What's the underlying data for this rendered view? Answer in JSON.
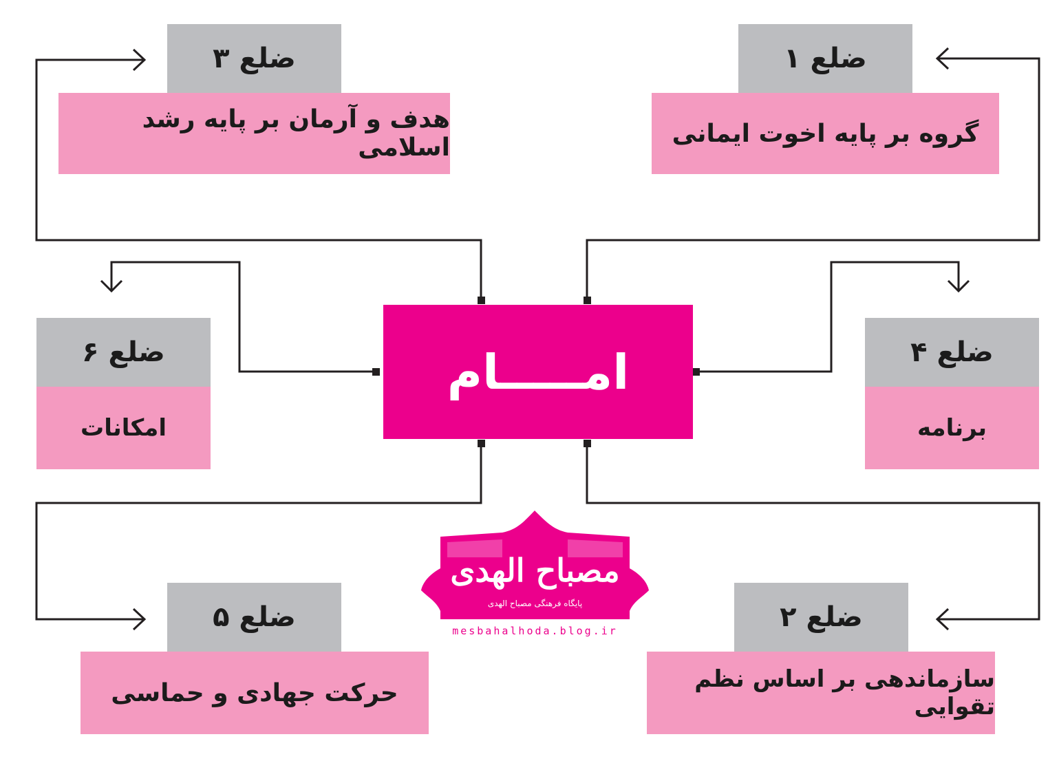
{
  "center": {
    "label": "امـــــام"
  },
  "nodes": [
    {
      "id": "side1",
      "heading": "ضلع ۱",
      "text": "گروه بر پایه اخوت ایمانی"
    },
    {
      "id": "side2",
      "heading": "ضلع ۲",
      "text": "سازماندهی بر اساس نظم تقوایی"
    },
    {
      "id": "side3",
      "heading": "ضلع ۳",
      "text": "هدف و آرمان بر پایه رشد اسلامی"
    },
    {
      "id": "side4",
      "heading": "ضلع ۴",
      "text": "برنامه"
    },
    {
      "id": "side5",
      "heading": "ضلع ۵",
      "text": "حرکت جهادی و حماسی"
    },
    {
      "id": "side6",
      "heading": "ضلع ۶",
      "text": "امکانات"
    }
  ],
  "logo": {
    "title": "مصباح الهدی",
    "subtitle": "پایگاه فرهنگی مصباح الهدی",
    "url": "mesbahalhoda.blog.ir"
  },
  "colors": {
    "center": "#ec008c",
    "box": "#f49ac0",
    "tab": "#bcbdc0",
    "line": "#231f20"
  }
}
